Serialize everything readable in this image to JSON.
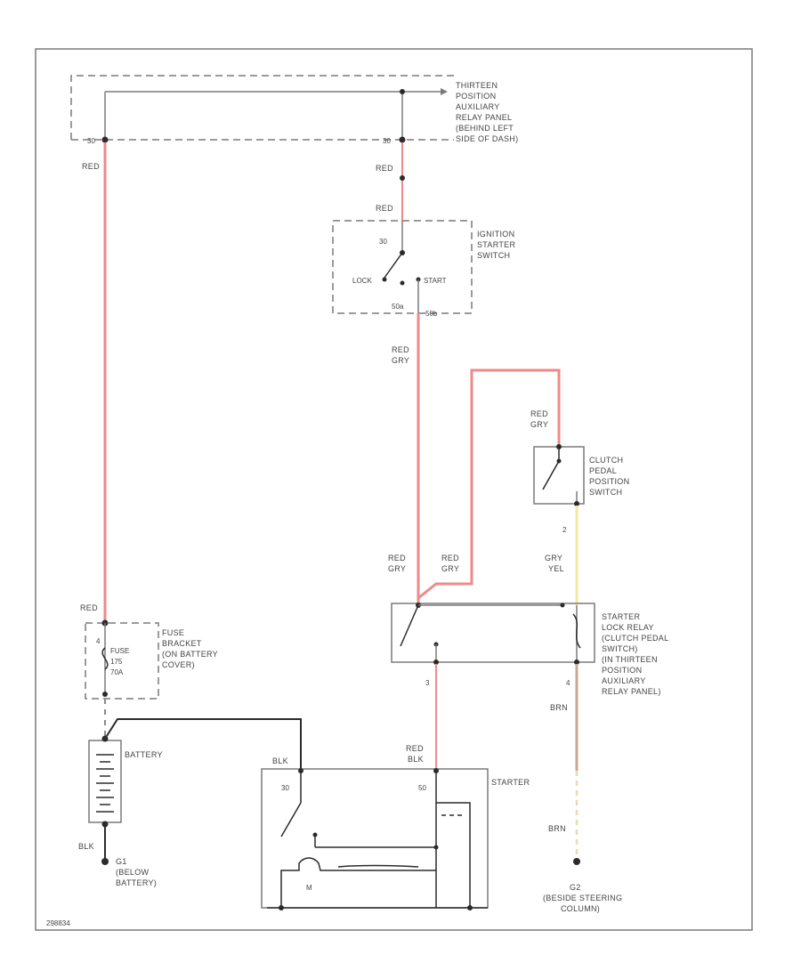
{
  "components": {
    "relay_panel": {
      "name": "THIRTEEN POSITION AUXILIARY RELAY PANEL (BEHIND LEFT SIDE OF DASH)",
      "lines": [
        "THIRTEEN",
        "POSITION",
        "AUXILIARY",
        "RELAY PANEL",
        "(BEHIND LEFT",
        "SIDE OF DASH)"
      ],
      "pin_left": "30",
      "pin_right": "30"
    },
    "ignition_switch": {
      "lines": [
        "IGNITION",
        "STARTER",
        "SWITCH"
      ],
      "pin_30": "30",
      "lock": "LOCK",
      "start": "START",
      "pin_50": "50a",
      "pin_50b": "50b"
    },
    "clutch_switch": {
      "lines": [
        "CLUTCH",
        "PEDAL",
        "POSITION",
        "SWITCH"
      ],
      "pin": "2"
    },
    "lock_relay": {
      "lines": [
        "STARTER",
        "LOCK RELAY",
        "(CLUTCH PEDAL",
        "SWITCH)",
        "(IN THIRTEEN",
        "POSITION",
        "AUXILIARY",
        "RELAY PANEL)"
      ],
      "pin_bottom_left": "3",
      "pin_bottom_right": "4"
    },
    "fuse_bracket": {
      "lines": [
        "FUSE",
        "BRACKET",
        "(ON BATTERY",
        "COVER)"
      ],
      "pin": "4",
      "fuse_lines": [
        "FUSE",
        "175",
        "70A"
      ]
    },
    "battery": {
      "name": "BATTERY"
    },
    "starter": {
      "name": "STARTER",
      "pin_30": "30",
      "pin_50": "50",
      "motor": "M"
    },
    "ground_g1": {
      "lines": [
        "G1",
        "(BELOW",
        "BATTERY)"
      ]
    },
    "ground_g2": {
      "lines": [
        "G2",
        "(BESIDE STEERING",
        "COLUMN)"
      ]
    }
  },
  "wire_labels": {
    "red_left_top": "RED",
    "red_left_bottom": "RED",
    "red_panel_1": "RED",
    "red_panel_2": "RED",
    "red_gry_ign": [
      "RED",
      "GRY"
    ],
    "red_gry_clutch": [
      "RED",
      "GRY"
    ],
    "red_gry_relay_a": [
      "RED",
      "GRY"
    ],
    "red_gry_relay_b": [
      "RED",
      "GRY"
    ],
    "gry_yel": [
      "GRY",
      "YEL"
    ],
    "brn_top": "BRN",
    "brn_bottom": "BRN",
    "red_blk": [
      "RED",
      "BLK"
    ],
    "blk_starter": "BLK",
    "blk_ground": "BLK"
  },
  "footer_code": "298834",
  "colors": {
    "red_wire": "#f08a8a",
    "yellow_wire": "#f2e9a0",
    "frame": "#7a7a7a"
  }
}
